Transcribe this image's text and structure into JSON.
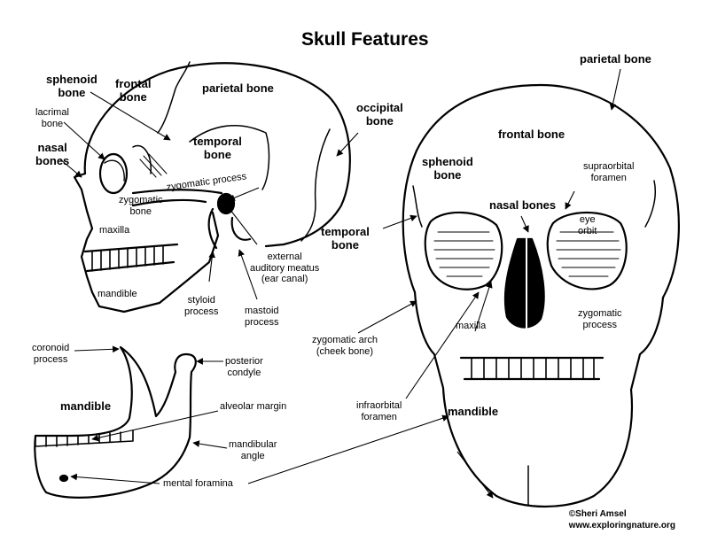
{
  "title": "Skull Features",
  "labels": {
    "sphenoid_left": "sphenoid\nbone",
    "frontal_left": "frontal\nbone",
    "parietal_left": "parietal bone",
    "occipital": "occipital\nbone",
    "lacrimal": "lacrimal\nbone",
    "nasal_left": "nasal\nbones",
    "temporal_left": "temporal\nbone",
    "zygomatic_process": "zygomatic process",
    "zygomatic_bone": "zygomatic\nbone",
    "maxilla_left": "maxilla",
    "mandible_left": "mandible",
    "styloid": "styloid\nprocess",
    "mastoid": "mastoid\nprocess",
    "auditory": "external\nauditory meatus\n(ear canal)",
    "parietal_right": "parietal bone",
    "frontal_right": "frontal bone",
    "sphenoid_right": "sphenoid\nbone",
    "supraorbital": "supraorbital\nforamen",
    "nasal_right": "nasal bones",
    "eye_orbit": "eye\norbit",
    "temporal_right": "temporal\nbone",
    "zygomatic_right": "zygomatic\nprocess",
    "maxilla_right": "maxilla",
    "zygomatic_arch": "zygomatic arch\n(cheek bone)",
    "infraorbital": "infraorbital\nforamen",
    "mandible_right": "mandible",
    "coronoid": "coronoid\nprocess",
    "posterior_condyle": "posterior\ncondyle",
    "mandible_bottom": "mandible",
    "alveolar": "alveolar margin",
    "mandibular_angle": "mandibular\nangle",
    "mental_foramina": "mental foramina"
  },
  "credit": {
    "author": "©Sheri Amsel",
    "site": "www.exploringnature.org"
  }
}
